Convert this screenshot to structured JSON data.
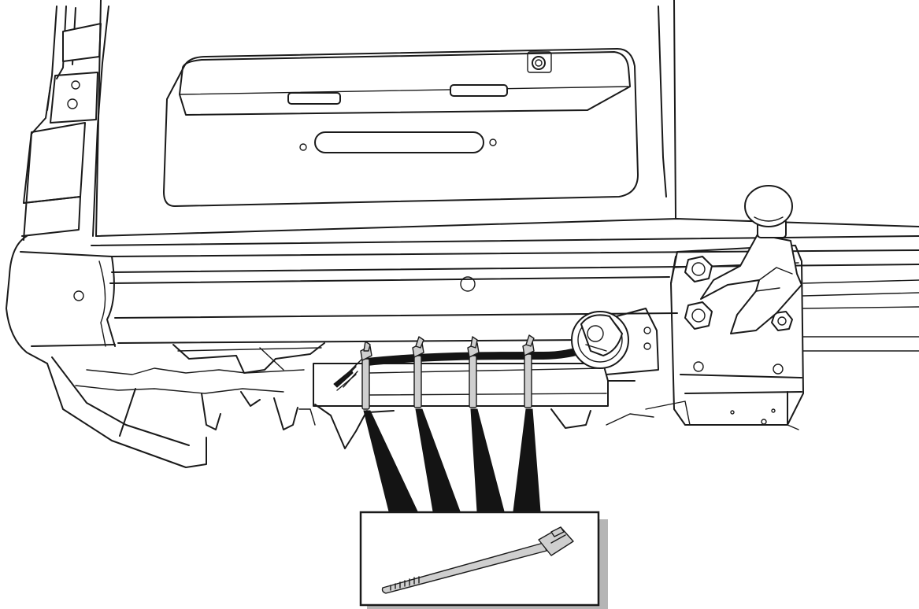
{
  "figure": {
    "parts": [
      "vehicle-rear-body",
      "liftgate-panel",
      "license-plate-recess",
      "rear-camera",
      "rear-bumper",
      "bumper-underside",
      "trailer-hitch-bracket",
      "tow-ball",
      "trailer-wiring-connector",
      "wiring-harness",
      "cable-ties",
      "cable-tie-detail"
    ],
    "cable_tie_count": 4,
    "colors": {
      "line": "#1a1a1a",
      "fill": "#ffffff",
      "callout": "#141414",
      "tie": "#cfcfcf",
      "callout_shadow": "#b5b5b5"
    }
  }
}
